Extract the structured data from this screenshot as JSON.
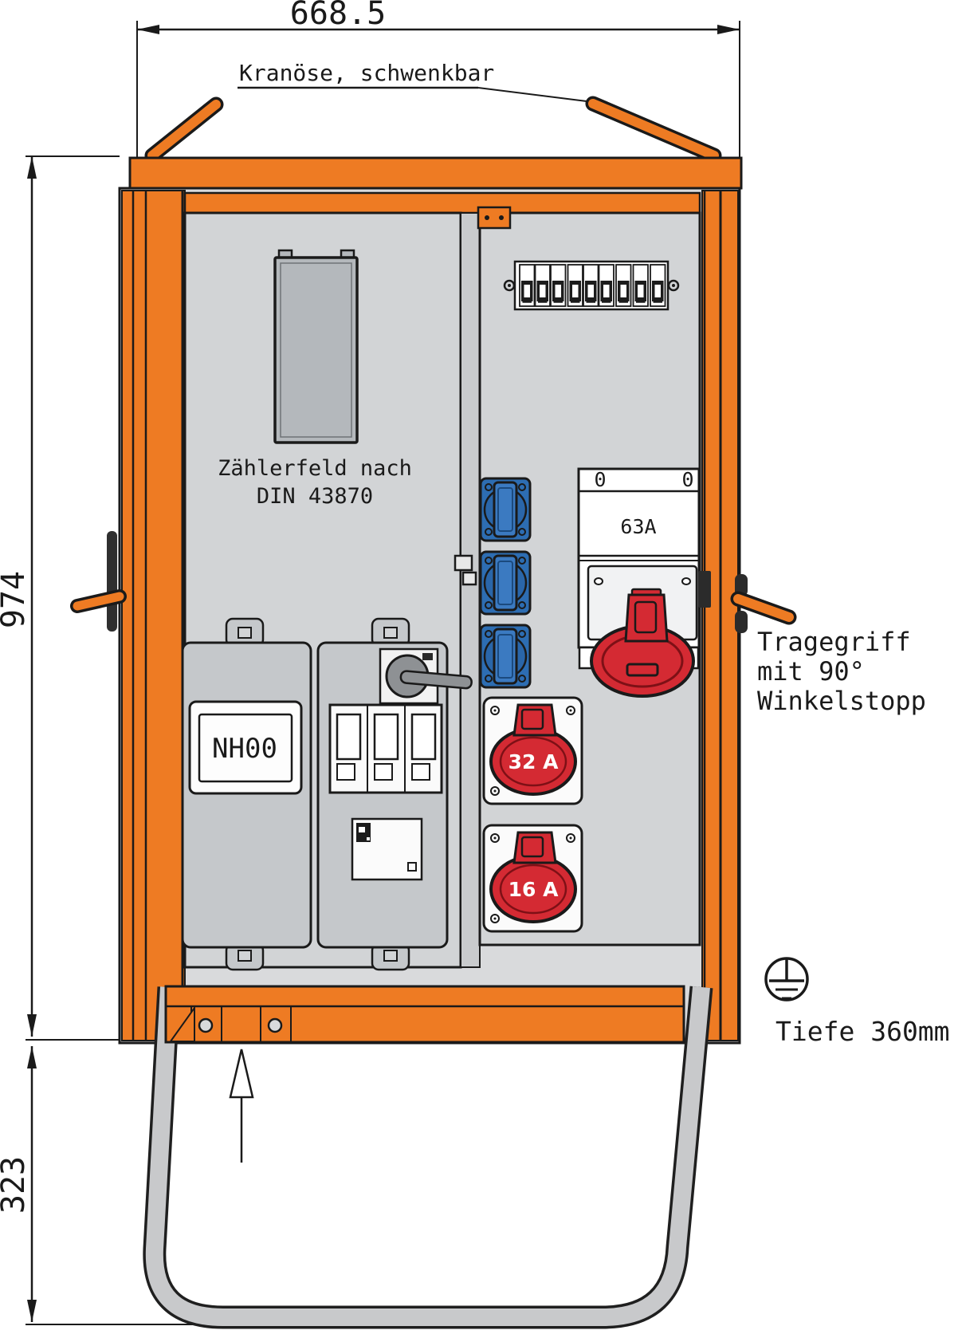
{
  "labels": {
    "dim_width": "668.5",
    "dim_height": "974",
    "dim_stand_height": "323",
    "crane_note": "Kranöse, schwenkbar",
    "meter_line1": "Zählerfeld nach",
    "meter_line2": "DIN 43870",
    "fuse_size": "NH00",
    "switch_rating": "63A",
    "switch_pos_left": "0",
    "switch_pos_right": "0",
    "socket_32": "32 A",
    "socket_16": "16 A",
    "handle_note_line1": "Tragegriff",
    "handle_note_line2": "mit 90°",
    "handle_note_line3": "Winkelstopp",
    "depth_note": "Tiefe 360mm"
  },
  "icons": {
    "crane_eye_left": "diagonal-orange-bar",
    "crane_eye_right": "diagonal-orange-bar",
    "carry_handle_left": "orange-bar",
    "carry_handle_right": "orange-bar",
    "protective_earth": "circle-ground-symbol",
    "mounting_direction": "up-arrow"
  },
  "counts": {
    "circuit_breaker_modules": 9,
    "schuko_sockets": 3,
    "cee_sockets": 3
  },
  "colors": {
    "frame_orange": "#EE7B23",
    "cee_red": "#D42A33",
    "schuko_blue": "#2D6DB2",
    "panel_gray": "#D2D4D6",
    "stand_gray": "#C8C9CB",
    "drawing_line": "#1A1A1A"
  }
}
